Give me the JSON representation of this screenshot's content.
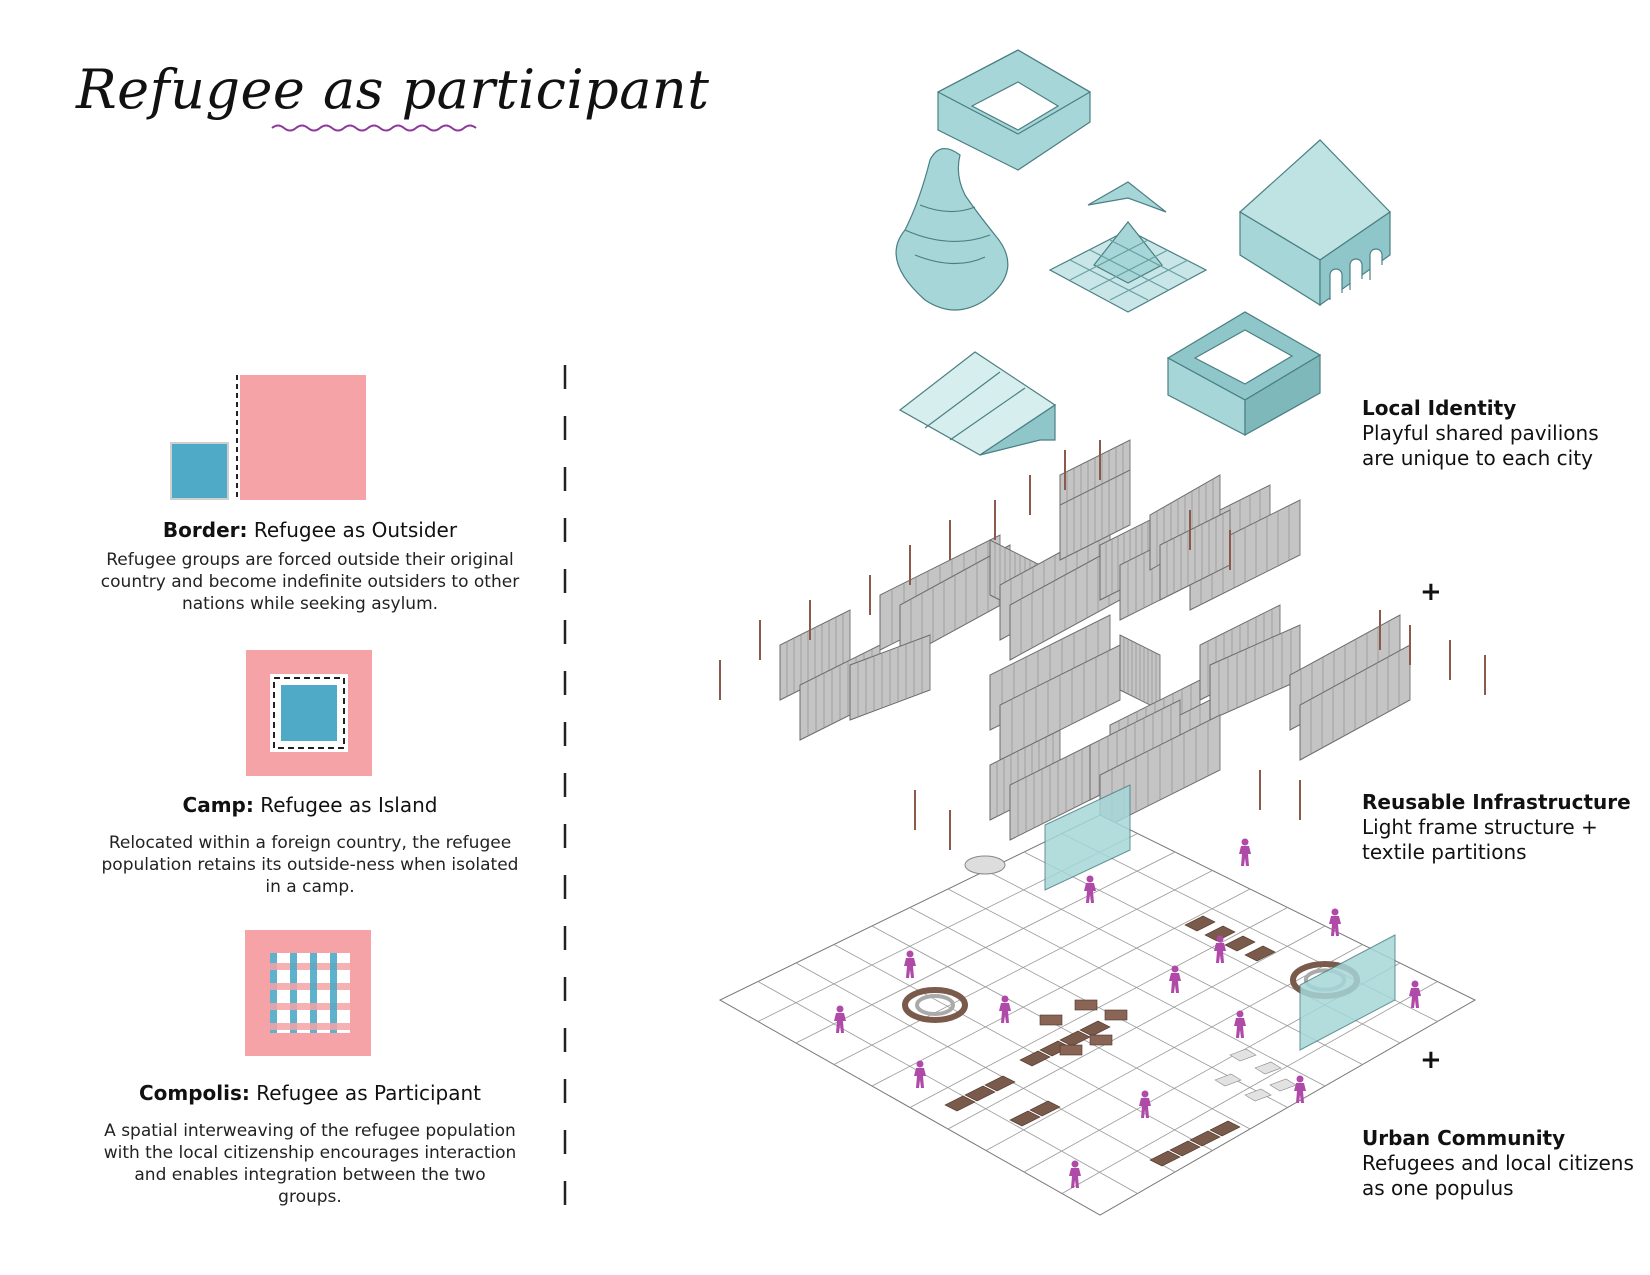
{
  "title": {
    "text": "Refugee as participant",
    "underline_color": "#8e3a9a"
  },
  "colors": {
    "pink": "#f5a3a6",
    "blue": "#4eaac7",
    "pavilion": "#a6d6d8",
    "partition": "#8a8a8a",
    "figure": "#b04aa8",
    "furniture": "#7a5a4a"
  },
  "concepts": [
    {
      "title": "Border:",
      "subtitle": "Refugee as Outsider",
      "text": "Refugee groups are forced outside their original country and become indefinite outsiders to other nations  while seeking asylum."
    },
    {
      "title": "Camp:",
      "subtitle": "Refugee as Island",
      "text": "Relocated within a foreign country, the refugee population retains its outside-ness when isolated in a camp."
    },
    {
      "title": "Compolis:",
      "subtitle": "Refugee as Participant",
      "text": "A spatial interweaving of the refugee population with the local citizenship encourages interaction and enables integration between the two groups."
    }
  ],
  "layers": [
    {
      "title": "Local Identity",
      "desc": "Playful shared pavilions\nare unique to each city"
    },
    {
      "title": "Reusable Infrastructure",
      "desc": "Light frame structure +\ntextile partitions"
    },
    {
      "title": "Urban Community",
      "desc": "Refugees and local citizens\nas one populus"
    }
  ],
  "plus_signs": [
    "+",
    "+"
  ]
}
